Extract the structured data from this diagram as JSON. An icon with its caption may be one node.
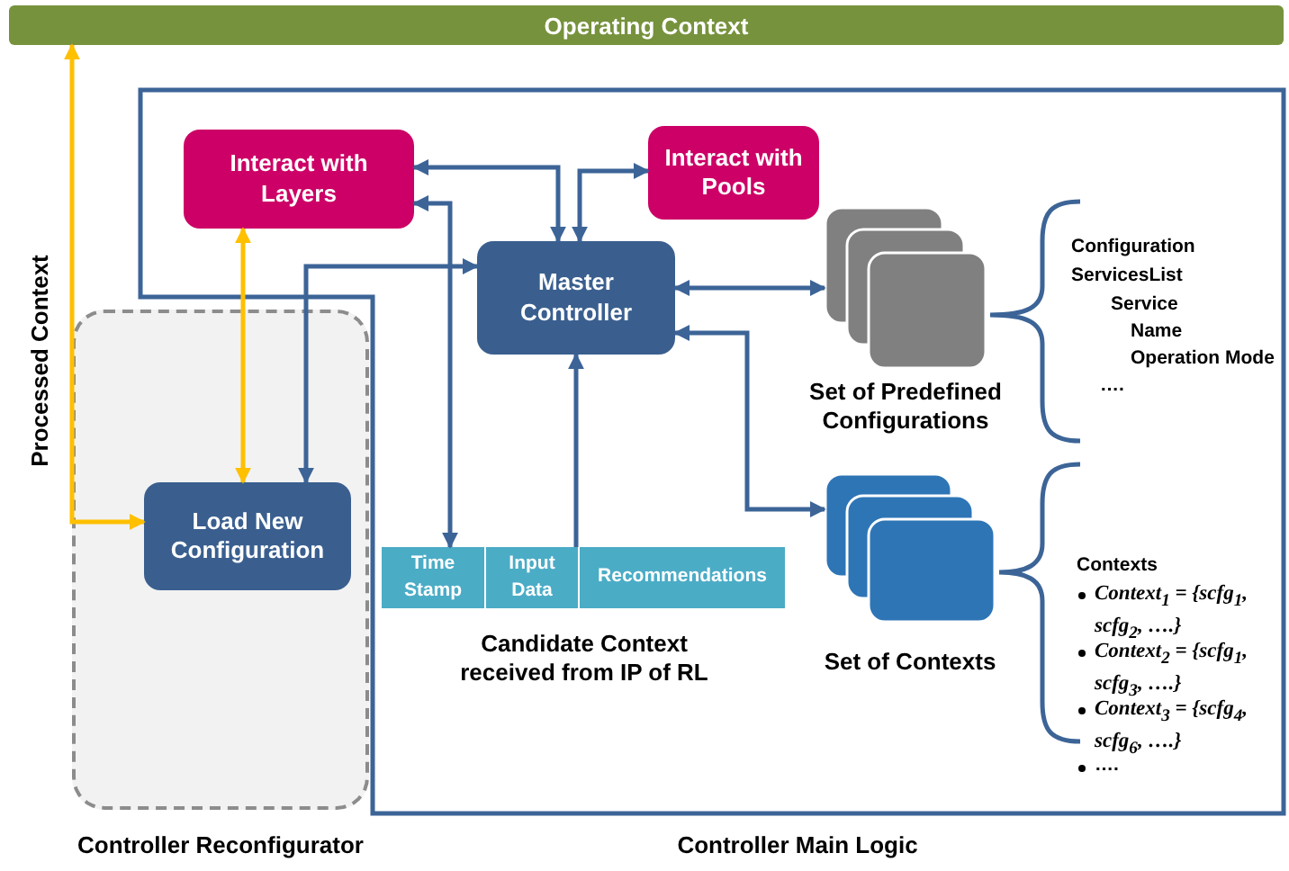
{
  "diagram": {
    "nodes": [
      {
        "text": [
          "Operating Context"
        ]
      },
      {
        "text": [
          "Controller Reconfigurator"
        ]
      },
      {
        "text": [
          "Load New Configuration"
        ],
        "in": 1
      },
      {
        "text": [
          "Controller Main Logic"
        ]
      },
      {
        "text": [
          "Interact with Layers"
        ],
        "in": 3
      },
      {
        "text": [
          "Interact with Pools"
        ],
        "in": 3
      },
      {
        "text": [
          "Master Controller"
        ],
        "in": 3
      },
      {
        "text": [
          "Set of Predefined Configurations"
        ],
        "in": 3
      },
      {
        "text": [
          "Set of Contexts"
        ],
        "in": 3
      },
      {
        "text": [
          "Time Stamp",
          "Input Data",
          "Recommendations"
        ],
        "beside": [
          "Candidate Context received from IP of RL"
        ],
        "in": 3
      }
    ],
    "edges": [
      {
        "from": 2,
        "to": 0,
        "arrow": "both",
        "label": "Processed Context",
        "color": "#ffc000"
      },
      {
        "from": 4,
        "to": 2,
        "arrow": "both",
        "color": "#ffc000"
      },
      {
        "from": 6,
        "to": 2,
        "arrow": "both"
      },
      {
        "from": 6,
        "to": 4,
        "arrow": "both"
      },
      {
        "from": 4,
        "to": 9,
        "arrow": "both"
      },
      {
        "from": 6,
        "to": 5,
        "arrow": "both"
      },
      {
        "from": 6,
        "to": 7,
        "arrow": "both"
      },
      {
        "from": 9,
        "to": 6,
        "arrow": "to"
      },
      {
        "from": 6,
        "to": 8,
        "arrow": "both"
      }
    ],
    "labels": [
      "Configuration",
      "ServicesList",
      "Service",
      "Name",
      "Operation Mode",
      "….",
      "Contexts",
      "Context$_{1}$ = {scfg$_{1}$, scfg$_{2}$, ….}",
      "Context$_{2}$ = {scfg$_{1}$, scfg$_{3}$, ….}",
      "Context$_{3}$ = {scfg$_{4}$, scfg$_{6}$, ….}",
      "…."
    ]
  }
}
